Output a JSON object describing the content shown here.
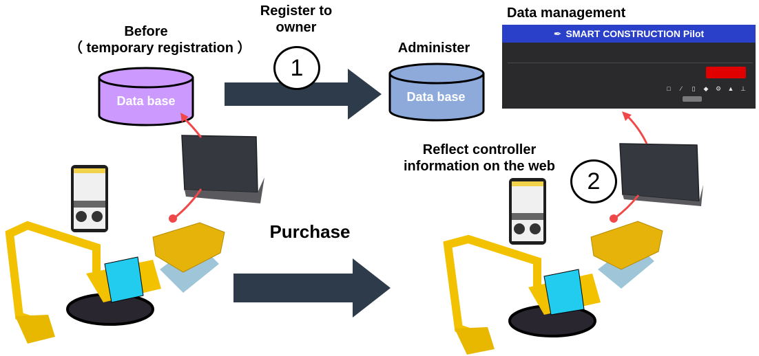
{
  "diagram": {
    "before_label": "Before\n（ temporary  registration ）",
    "before_line1": "Before",
    "before_line2": "（ temporary  registration ）",
    "register_line1": "Register to",
    "register_line2": "owner",
    "step1": "1",
    "administer_label": "Administer",
    "database_before": "Data base",
    "database_admin": "Data base",
    "data_management_label": "Data management",
    "reflect_line1": "Reflect controller",
    "reflect_line2": "information on the web",
    "step2": "2",
    "purchase_label": "Purchase"
  },
  "web_panel": {
    "app_title": "SMART CONSTRUCTION Pilot",
    "logo_icon": "pen-stylus-icon",
    "icons": [
      "tablet-icon",
      "wrench-icon",
      "door-icon",
      "gear-icon",
      "settings-icon",
      "warning-icon",
      "network-icon"
    ]
  },
  "colors": {
    "database_before": "#cc99ff",
    "database_admin": "#8eaadb",
    "arrow": "#2e3b4a",
    "connector": "#f04848",
    "web_header": "#2a40c8",
    "web_body": "#2a2a2c",
    "web_button": "#e00000",
    "excavator": "#f2c200",
    "cab_glass": "#22ccee"
  }
}
